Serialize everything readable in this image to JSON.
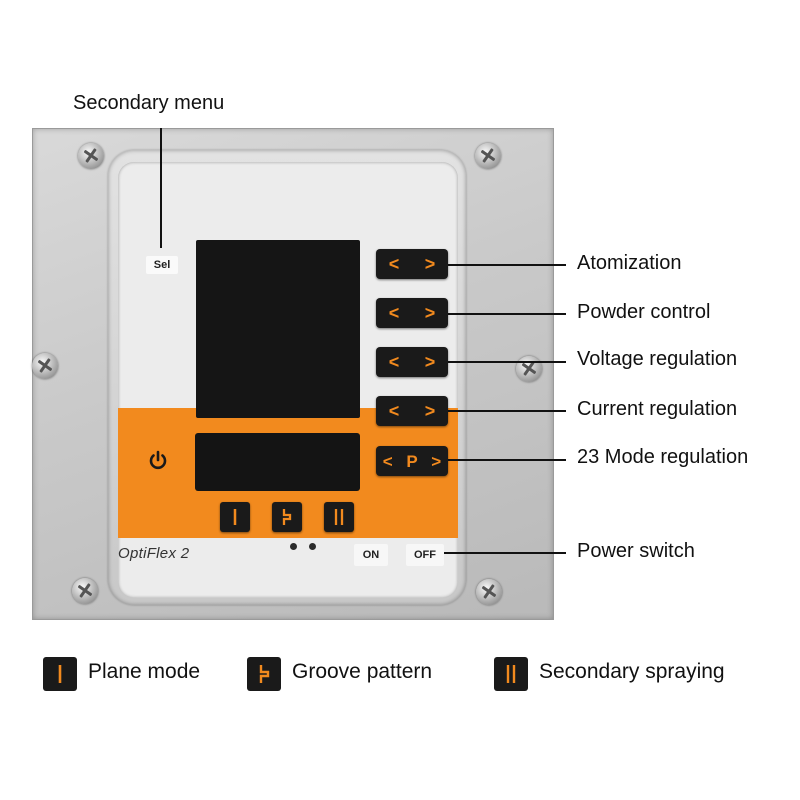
{
  "callouts": {
    "secondary_menu": "Secondary menu",
    "atomization": "Atomization",
    "powder_control": "Powder control",
    "voltage_regulation": "Voltage regulation",
    "current_regulation": "Current regulation",
    "mode_regulation": "23 Mode regulation",
    "power_switch": "Power switch"
  },
  "panel": {
    "sel_label": "Sel",
    "brand": "OptiFlex  2",
    "on_label": "ON",
    "off_label": "OFF",
    "arrow_left": "<",
    "arrow_right": ">",
    "p_label": "P"
  },
  "legend": [
    {
      "icon": "plane-mode-icon",
      "label": "Plane mode"
    },
    {
      "icon": "groove-pattern-icon",
      "label": "Groove pattern"
    },
    {
      "icon": "secondary-spraying-icon",
      "label": "Secondary spraying"
    }
  ],
  "colors": {
    "accent": "#f28a1e",
    "key_black": "#1a1a1a",
    "plate": "#c9c9c9"
  }
}
